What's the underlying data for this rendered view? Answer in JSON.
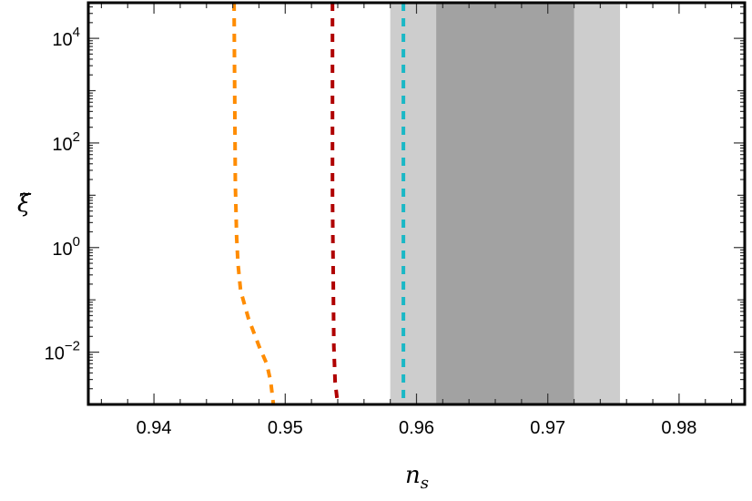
{
  "chart_data": {
    "type": "line",
    "title": "",
    "xlabel": "n_s",
    "ylabel": "ξ̃",
    "xlim": [
      0.935,
      0.985
    ],
    "ylim": [
      0.001,
      48000
    ],
    "yscale": "log",
    "grid": false,
    "x_ticks": [
      0.94,
      0.95,
      0.96,
      0.97,
      0.98
    ],
    "x_tick_labels": [
      "0.94",
      "0.95",
      "0.96",
      "0.97",
      "0.98"
    ],
    "y_ticks": [
      0.01,
      1,
      100,
      10000
    ],
    "y_tick_labels": [
      {
        "base": "10",
        "exp": "−2"
      },
      {
        "base": "10",
        "exp": "0"
      },
      {
        "base": "10",
        "exp": "2"
      },
      {
        "base": "10",
        "exp": "4"
      }
    ],
    "bands": [
      {
        "x0": 0.958,
        "x1": 0.9755,
        "color": "#cdcdcd"
      },
      {
        "x0": 0.9615,
        "x1": 0.972,
        "color": "#a2a2a2"
      }
    ],
    "series": [
      {
        "color": "#ff8c00",
        "style": "dashed",
        "x": [
          0.9461,
          0.9462,
          0.9463,
          0.9464,
          0.9466,
          0.9472,
          0.948,
          0.9486,
          0.9489,
          0.9491
        ],
        "y": [
          48000,
          16,
          1.6,
          0.49,
          0.15,
          0.044,
          0.013,
          0.0059,
          0.0027,
          0.001
        ]
      },
      {
        "color": "#b00000",
        "style": "dashed",
        "x": [
          0.9536,
          0.9536,
          0.9537,
          0.9538,
          0.954
        ],
        "y": [
          48000,
          10,
          0.013,
          0.0027,
          0.001
        ]
      },
      {
        "color": "#1ab8c6",
        "style": "dashed",
        "x": [
          0.959,
          0.959
        ],
        "y": [
          48000,
          0.001
        ]
      }
    ]
  }
}
